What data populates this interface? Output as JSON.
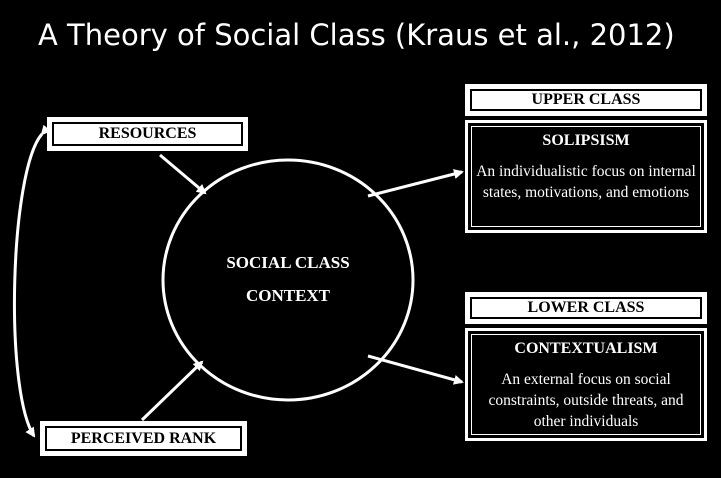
{
  "title": "A Theory of Social Class (Kraus et al., 2012)",
  "center": {
    "line1": "SOCIAL CLASS",
    "line2": "CONTEXT"
  },
  "inputs": {
    "resources": "RESOURCES",
    "perceived_rank": "PERCEIVED RANK"
  },
  "upper": {
    "label": "UPPER CLASS",
    "heading": "SOLIPSISM",
    "body": "An individualistic  focus on internal states, motivations, and emotions"
  },
  "lower": {
    "label": "LOWER CLASS",
    "heading": "CONTEXTUALISM",
    "body": "An external focus on social constraints, outside threats, and other individuals"
  },
  "colors": {
    "background": "#000000",
    "foreground": "#ffffff"
  }
}
